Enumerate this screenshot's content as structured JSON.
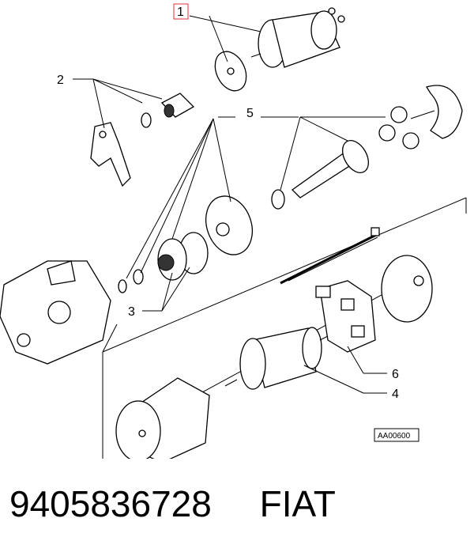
{
  "callouts": [
    {
      "id": "1",
      "label": "1",
      "highlighted": true
    },
    {
      "id": "2",
      "label": "2"
    },
    {
      "id": "3",
      "label": "3"
    },
    {
      "id": "4",
      "label": "4"
    },
    {
      "id": "5",
      "label": "5"
    },
    {
      "id": "6",
      "label": "6"
    }
  ],
  "drawing_code": "AA00600",
  "footer": {
    "part_number": "9405836728",
    "brand": "FIAT"
  },
  "colors": {
    "highlight": "#e0303a",
    "line": "#000000",
    "background": "#ffffff"
  }
}
